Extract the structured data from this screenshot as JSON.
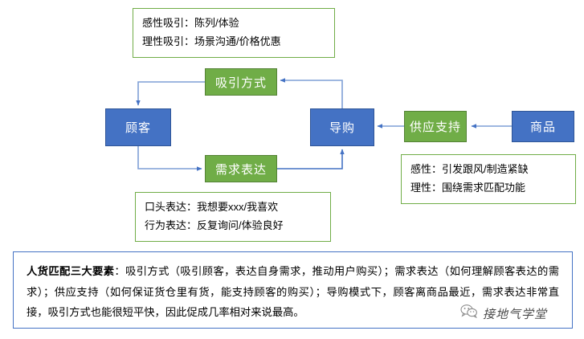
{
  "diagram": {
    "nodes": [
      {
        "id": "guke",
        "label": "顾客",
        "color": "#4472c4"
      },
      {
        "id": "xiyin",
        "label": "吸引方式",
        "color": "#70ad47"
      },
      {
        "id": "xuqiu",
        "label": "需求表达",
        "color": "#70ad47"
      },
      {
        "id": "daogou",
        "label": "导购",
        "color": "#4472c4"
      },
      {
        "id": "gongying",
        "label": "供应支持",
        "color": "#70ad47"
      },
      {
        "id": "shangpin",
        "label": "商品",
        "color": "#4472c4"
      }
    ],
    "connector_color": "#4472c4"
  },
  "notes": {
    "top": {
      "line1": "感性吸引：陈列/体验",
      "line2": "理性吸引：场景沟通/价格优惠"
    },
    "bottom": {
      "line1": "口头表达：我想要xxx/我喜欢",
      "line2": "行为表达：反复询问/体验良好"
    },
    "right": {
      "line1": "感性：引发跟风/制造紧缺",
      "line2": "理性：围绕需求匹配功能"
    },
    "border_color": "#70ad47"
  },
  "summary": {
    "heading": "人货匹配三大要素",
    "body": "：吸引方式（吸引顾客，表达自身需求，推动用户购买）；需求表达（如何理解顾客表达的需求）；供应支持（如何保证货仓里有货，能支持顾客的购买）；导购模式下，顾客离商品最近，需求表达非常直接，吸引方式也能很短平快，因此促成几率相对来说最高。",
    "border_color": "#4472c4"
  },
  "watermark": {
    "icon": "wechat-icon",
    "label": "接地气学堂"
  }
}
